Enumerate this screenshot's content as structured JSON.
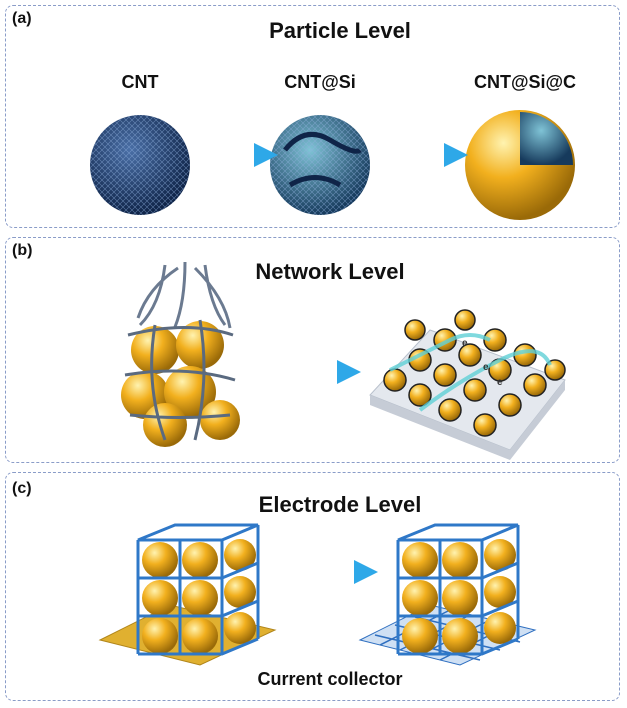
{
  "panels": [
    {
      "label": "(a)",
      "title": "Particle Level",
      "items": [
        "CNT",
        "CNT@Si",
        "CNT@Si@C"
      ]
    },
    {
      "label": "(b)",
      "title": "Network Level",
      "electron_labels": [
        "e",
        "e",
        "e"
      ]
    },
    {
      "label": "(c)",
      "title": "Electrode Level",
      "caption": "Current collector"
    }
  ],
  "colors": {
    "arrow": "#2ea8e8",
    "cnt": "#1f3f6e",
    "particle": "#f2b01e",
    "border": "#8a9cc8"
  }
}
